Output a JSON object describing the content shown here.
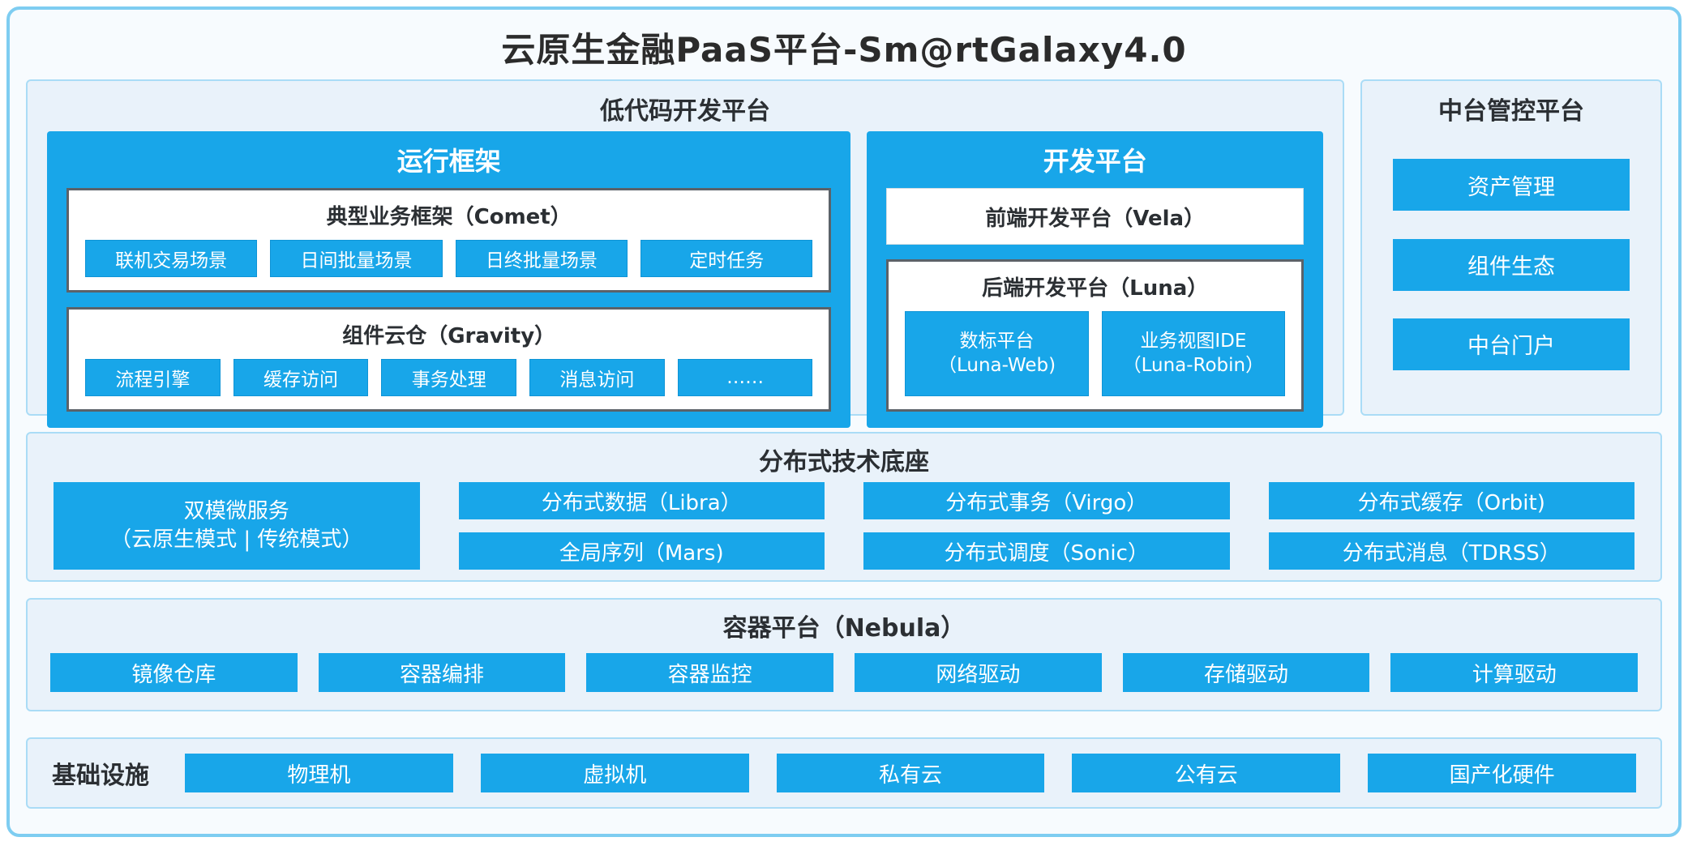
{
  "title": "云原生金融PaaS平台-Sm@rtGalaxy4.0",
  "colors": {
    "accent_blue": "#18a6e9",
    "panel_background": "#e9f2fa",
    "page_border": "#7ecdf1",
    "dark_box_border": "#5b6269"
  },
  "low_code": {
    "title": "低代码开发平台",
    "runtime": {
      "title": "运行框架",
      "comet": {
        "title": "典型业务框架（Comet）",
        "items": [
          "联机交易场景",
          "日间批量场景",
          "日终批量场景",
          "定时任务"
        ]
      },
      "gravity": {
        "title": "组件云仓（Gravity）",
        "items": [
          "流程引擎",
          "缓存访问",
          "事务处理",
          "消息访问",
          "……"
        ]
      }
    },
    "dev": {
      "title": "开发平台",
      "vela_title": "前端开发平台（Vela）",
      "luna": {
        "title": "后端开发平台（Luna）",
        "items": [
          {
            "line1": "数标平台",
            "line2": "（Luna-Web)"
          },
          {
            "line1": "业务视图IDE",
            "line2": "（Luna-Robin）"
          }
        ]
      }
    }
  },
  "middle_platform": {
    "title": "中台管控平台",
    "items": [
      "资产管理",
      "组件生态",
      "中台门户"
    ]
  },
  "distributed": {
    "title": "分布式技术底座",
    "dual_mode": {
      "line1": "双模微服务",
      "line2": "（云原生模式 | 传统模式）"
    },
    "row1": [
      "分布式数据（Libra）",
      "分布式事务（Virgo）",
      "分布式缓存（Orbit)"
    ],
    "row2": [
      "全局序列（Mars)",
      "分布式调度（Sonic）",
      "分布式消息（TDRSS）"
    ]
  },
  "container_platform": {
    "title": "容器平台（Nebula）",
    "items": [
      "镜像仓库",
      "容器编排",
      "容器监控",
      "网络驱动",
      "存储驱动",
      "计算驱动"
    ]
  },
  "infrastructure": {
    "title": "基础设施",
    "items": [
      "物理机",
      "虚拟机",
      "私有云",
      "公有云",
      "国产化硬件"
    ]
  }
}
